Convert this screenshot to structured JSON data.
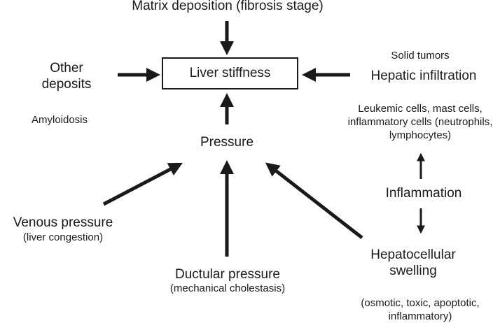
{
  "center": {
    "label": "Liver stiffness"
  },
  "top": {
    "label": "Matrix deposition (fibrosis stage)"
  },
  "left": {
    "line1": "Other",
    "line2": "deposits",
    "example": "Amyloidosis"
  },
  "right": {
    "note": "Solid tumors",
    "label": "Hepatic infiltration",
    "detail": [
      "Leukemic cells, mast cells,",
      "inflammatory cells (neutrophils,",
      "lymphocytes)"
    ]
  },
  "pressure": {
    "label": "Pressure"
  },
  "inflammation": {
    "label": "Inflammation"
  },
  "venous": {
    "label": "Venous pressure",
    "sub": "(liver congestion)"
  },
  "ductular": {
    "label": "Ductular pressure",
    "sub": "(mechanical cholestasis)"
  },
  "hepatocellular": {
    "line1": "Hepatocellular",
    "line2": "swelling",
    "detail": [
      "(osmotic, toxic, apoptotic,",
      "inflammatory)"
    ]
  }
}
